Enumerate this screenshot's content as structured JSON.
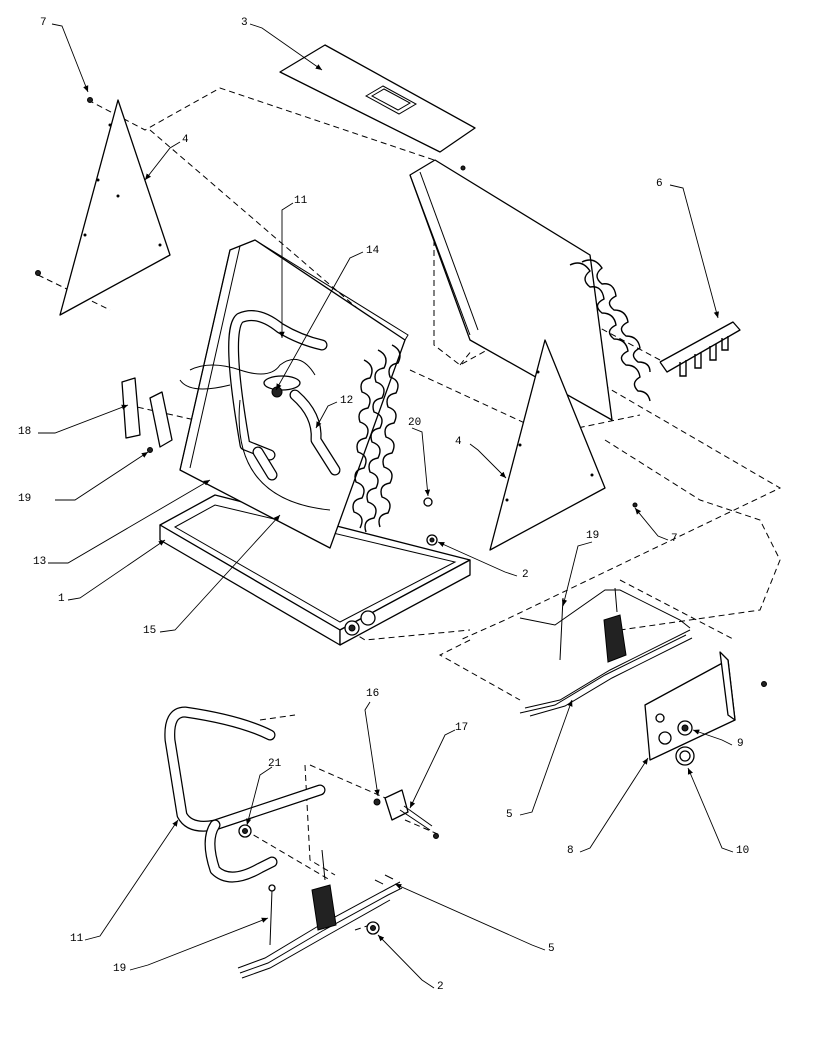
{
  "diagram": {
    "callouts": [
      {
        "id": "c7a",
        "text": "7"
      },
      {
        "id": "c3",
        "text": "3"
      },
      {
        "id": "c4a",
        "text": "4"
      },
      {
        "id": "c11a",
        "text": "11"
      },
      {
        "id": "c14",
        "text": "14"
      },
      {
        "id": "c6",
        "text": "6"
      },
      {
        "id": "c12",
        "text": "12"
      },
      {
        "id": "c18",
        "text": "18"
      },
      {
        "id": "c20",
        "text": "20"
      },
      {
        "id": "c4b",
        "text": "4"
      },
      {
        "id": "c19a",
        "text": "19"
      },
      {
        "id": "c13",
        "text": "13"
      },
      {
        "id": "c7b",
        "text": "7"
      },
      {
        "id": "c19b",
        "text": "19"
      },
      {
        "id": "c2a",
        "text": "2"
      },
      {
        "id": "c1",
        "text": "1"
      },
      {
        "id": "c15",
        "text": "15"
      },
      {
        "id": "c16",
        "text": "16"
      },
      {
        "id": "c17",
        "text": "17"
      },
      {
        "id": "c21",
        "text": "21"
      },
      {
        "id": "c9",
        "text": "9"
      },
      {
        "id": "c5a",
        "text": "5"
      },
      {
        "id": "c8",
        "text": "8"
      },
      {
        "id": "c10",
        "text": "10"
      },
      {
        "id": "c11b",
        "text": "11"
      },
      {
        "id": "c5b",
        "text": "5"
      },
      {
        "id": "c19c",
        "text": "19"
      },
      {
        "id": "c2b",
        "text": "2"
      }
    ]
  }
}
